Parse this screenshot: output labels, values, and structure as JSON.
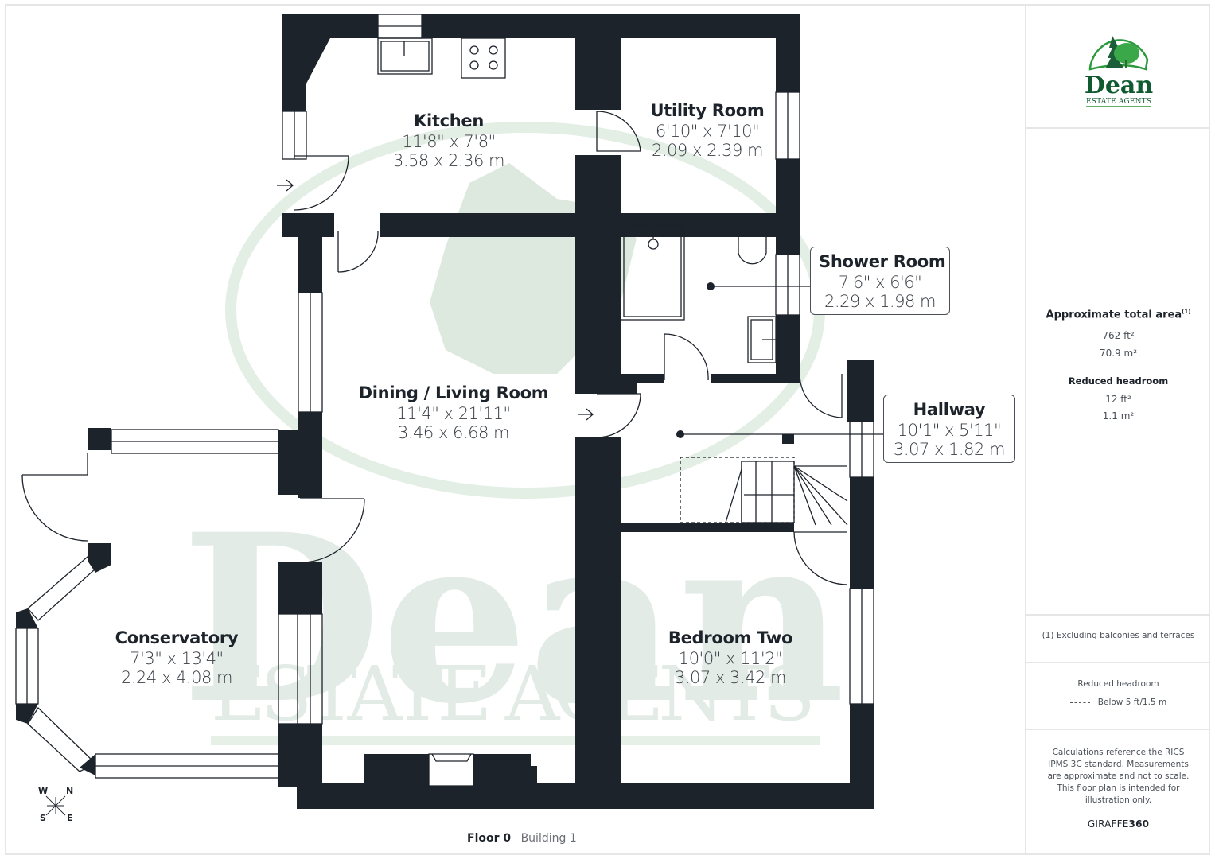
{
  "floor": {
    "label": "Floor 0",
    "building": "Building 1"
  },
  "compass": {
    "w": "W",
    "n": "N",
    "s": "S",
    "e": "E"
  },
  "rooms": {
    "kitchen": {
      "name": "Kitchen",
      "imperial": "11'8\" x 7'8\"",
      "metric": "3.58 x 2.36 m"
    },
    "utility": {
      "name": "Utility Room",
      "imperial": "6'10\" x 7'10\"",
      "metric": "2.09 x 2.39 m"
    },
    "shower": {
      "name": "Shower Room",
      "imperial": "7'6\" x 6'6\"",
      "metric": "2.29 x 1.98 m"
    },
    "dining": {
      "name": "Dining / Living Room",
      "imperial": "11'4\" x 21'11\"",
      "metric": "3.46 x 6.68 m"
    },
    "hallway": {
      "name": "Hallway",
      "imperial": "10'1\" x 5'11\"",
      "metric": "3.07 x 1.82 m"
    },
    "conservatory": {
      "name": "Conservatory",
      "imperial": "7'3\" x 13'4\"",
      "metric": "2.24 x 4.08 m"
    },
    "bedroom2": {
      "name": "Bedroom Two",
      "imperial": "10'0\" x 11'2\"",
      "metric": "3.07 x 3.42 m"
    }
  },
  "watermark": {
    "word": "Dean",
    "sub": "ESTATE AGENTS"
  },
  "logo": {
    "word": "Dean",
    "sub": "ESTATE AGENTS"
  },
  "sidebar": {
    "area_title": "Approximate total area",
    "area_footnote": "(1)",
    "area_ft": "762 ft²",
    "area_m": "70.9 m²",
    "reduced_title": "Reduced headroom",
    "reduced_ft": "12 ft²",
    "reduced_m": "1.1 m²",
    "note": "(1) Excluding balconies and terraces",
    "legend_title": "Reduced headroom",
    "legend_item": "Below 5 ft/1.5 m",
    "disclaimer": "Calculations reference the RICS IPMS 3C standard. Measurements are approximate and not to scale. This floor plan is intended for illustration only.",
    "brand_a": "GIRAFFE",
    "brand_b": "360"
  },
  "colors": {
    "wall": "#1d232b",
    "watermark": "#dbe7df",
    "logo_green": "#1e7a3c",
    "logo_dark": "#0f5a2e"
  }
}
